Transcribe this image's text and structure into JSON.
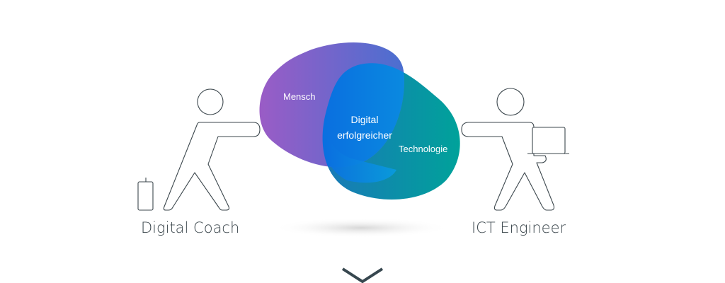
{
  "diagram": {
    "blob_labels": {
      "human": "Mensch",
      "center_line1": "Digital",
      "center_line2": "erfolgreicher",
      "tech": "Technologie"
    },
    "left_person": "Digital Coach",
    "right_person": "ICT Engineer",
    "colors": {
      "purple": "#9a5cc6",
      "blue": "#0a7be0",
      "teal": "#00a29a",
      "outline": "#3c474d"
    }
  }
}
